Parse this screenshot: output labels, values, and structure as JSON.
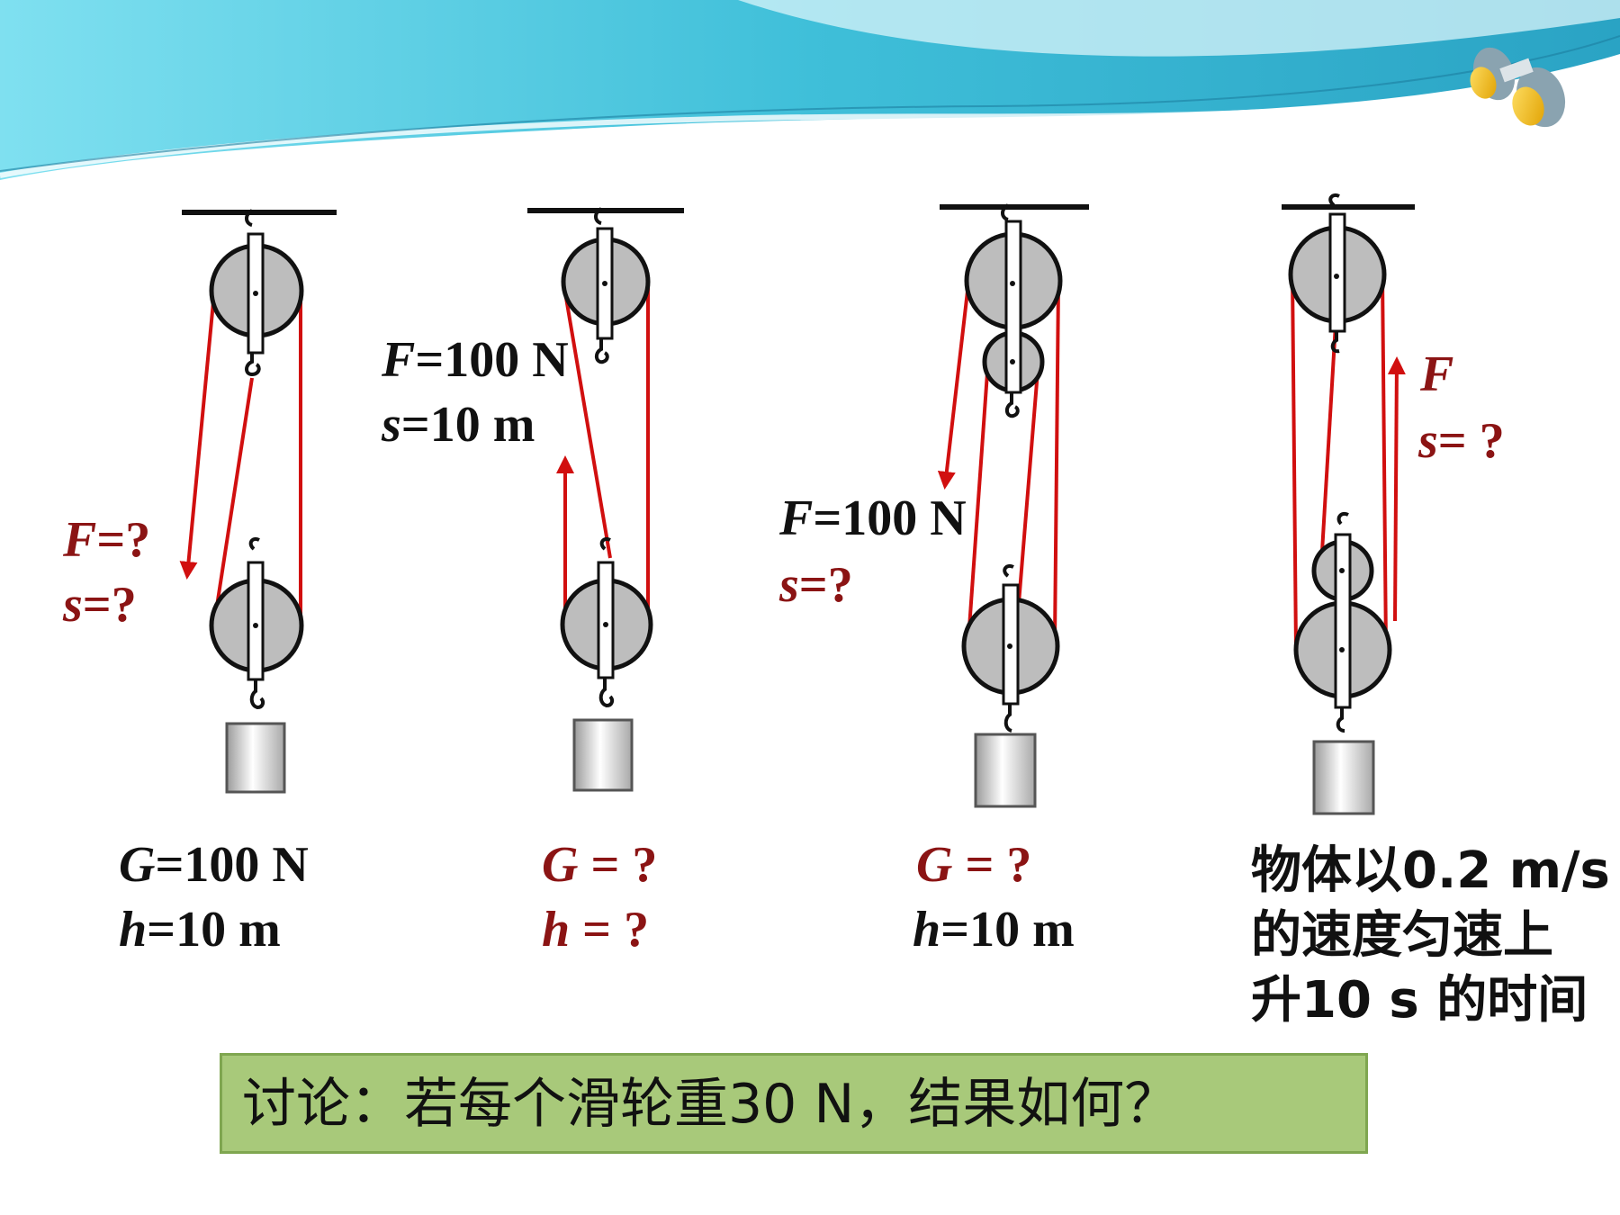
{
  "colors": {
    "rope": "#d10f0f",
    "pulley": "#bdbdbd",
    "answer_red": "#8b1414",
    "box": "#a8c97a",
    "band": "#3fbfd9"
  },
  "icons": [
    "binoculars-icon"
  ],
  "figures": [
    {
      "top_labels": [],
      "force_labels": [
        {
          "var": "F",
          "rest": "=?",
          "color": "red"
        },
        {
          "var": "s",
          "rest": "=?",
          "color": "red"
        }
      ],
      "load_labels": [
        {
          "var": "G",
          "rest": "=100 N",
          "color": "black"
        },
        {
          "var": "h",
          "rest": "=10 m",
          "color": "black"
        }
      ]
    },
    {
      "force_labels": [
        {
          "var": "F",
          "rest": "=100 N",
          "color": "black"
        },
        {
          "var": "s",
          "rest": "=10 m",
          "color": "black"
        }
      ],
      "load_labels": [
        {
          "var": "G",
          "rest": " = ?",
          "color": "red"
        },
        {
          "var": "h",
          "rest": " = ?",
          "color": "red"
        }
      ]
    },
    {
      "force_labels": [
        {
          "var": "F",
          "rest": "=100 N",
          "color": "black"
        },
        {
          "var": "s",
          "rest": "=?",
          "color": "red"
        }
      ],
      "load_labels": [
        {
          "var": "G",
          "rest": " = ?",
          "color": "red"
        },
        {
          "var": "h",
          "rest": "=10 m",
          "color": "black"
        }
      ]
    },
    {
      "force_labels": [
        {
          "var": "F",
          "rest": "",
          "color": "red"
        },
        {
          "var": "s",
          "rest": "= ?",
          "color": "red"
        }
      ],
      "condition_lines": [
        "物体以0.2 m/s",
        "的速度匀速上",
        "升10 s 的时间"
      ]
    }
  ],
  "discussion": "讨论：若每个滑轮重30 N，结果如何？"
}
